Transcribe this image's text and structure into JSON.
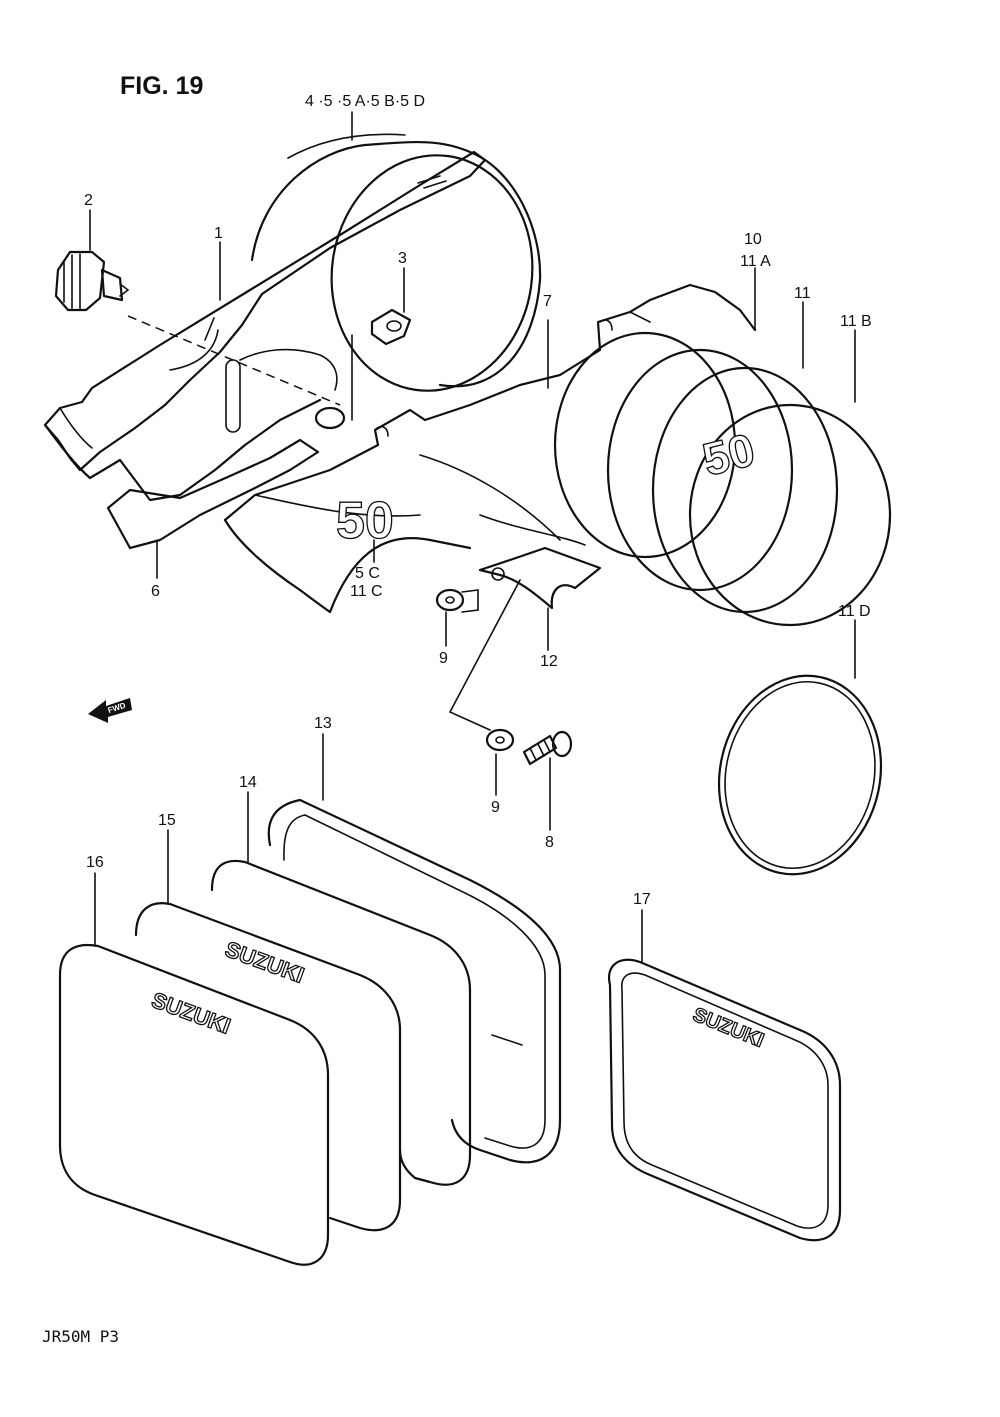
{
  "figure": {
    "title": "FIG. 19",
    "code": "JR50M  P3"
  },
  "direction_marker": "FWD",
  "emblems": {
    "model": "50",
    "brand": "SUZUKI"
  },
  "callouts": {
    "c1": "1",
    "c2": "2",
    "c3": "3",
    "c4": "4 ·5 ·5 A·5 B·5 D",
    "c5c": "5 C",
    "c11c": "11 C",
    "c6": "6",
    "c7": "7",
    "c8": "8",
    "c9a": "9",
    "c9b": "9",
    "c10": "10",
    "c11a": "11 A",
    "c11": "11",
    "c11b": "11 B",
    "c11d": "11 D",
    "c12": "12",
    "c13": "13",
    "c14": "14",
    "c15": "15",
    "c16": "16",
    "c17": "17"
  }
}
